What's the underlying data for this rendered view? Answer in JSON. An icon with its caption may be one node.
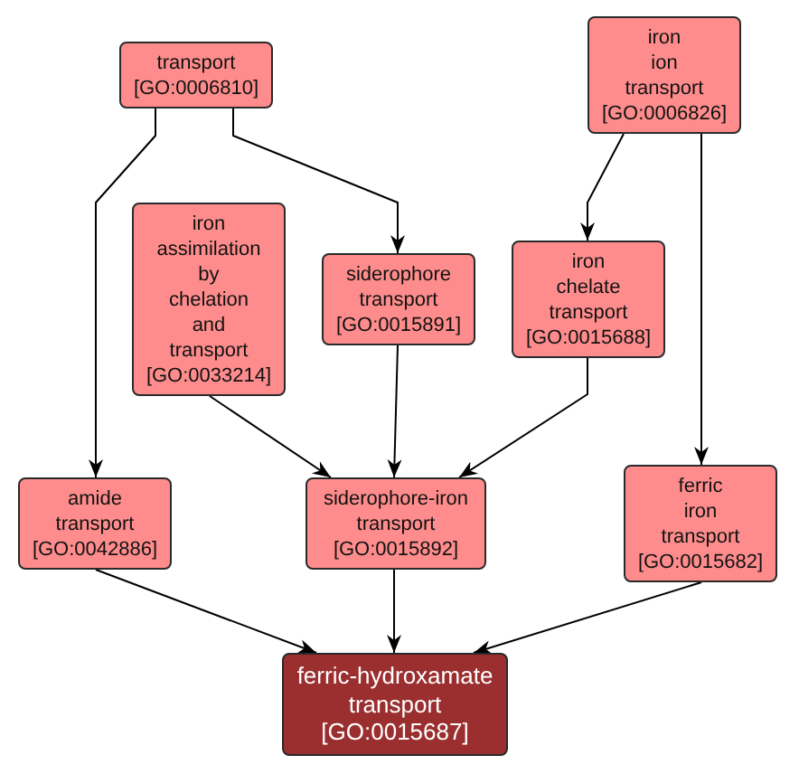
{
  "diagram": {
    "nodes": [
      {
        "text": [
          "transport [GO:0006810]"
        ]
      },
      {
        "text": [
          "iron ion transport [GO:0006826]"
        ]
      },
      {
        "text": [
          "iron assimilation by chelation and transport [GO:0033214]"
        ]
      },
      {
        "text": [
          "siderophore transport [GO:0015891]"
        ]
      },
      {
        "text": [
          "iron chelate transport [GO:0015688]"
        ]
      },
      {
        "text": [
          "amide transport [GO:0042886]"
        ]
      },
      {
        "text": [
          "siderophore-iron transport [GO:0015892]"
        ]
      },
      {
        "text": [
          "ferric iron transport [GO:0015682]"
        ]
      },
      {
        "text": [
          "ferric-hydroxamate transport [GO:0015687]"
        ]
      }
    ],
    "edges": [
      {
        "from": 0,
        "to": 5,
        "arrow": "to"
      },
      {
        "from": 0,
        "to": 3,
        "arrow": "to"
      },
      {
        "from": 1,
        "to": 4,
        "arrow": "to"
      },
      {
        "from": 1,
        "to": 7,
        "arrow": "to"
      },
      {
        "from": 2,
        "to": 6,
        "arrow": "to"
      },
      {
        "from": 3,
        "to": 6,
        "arrow": "to"
      },
      {
        "from": 4,
        "to": 6,
        "arrow": "to"
      },
      {
        "from": 5,
        "to": 8,
        "arrow": "to"
      },
      {
        "from": 6,
        "to": 8,
        "arrow": "to"
      },
      {
        "from": 7,
        "to": 8,
        "arrow": "to"
      }
    ]
  }
}
